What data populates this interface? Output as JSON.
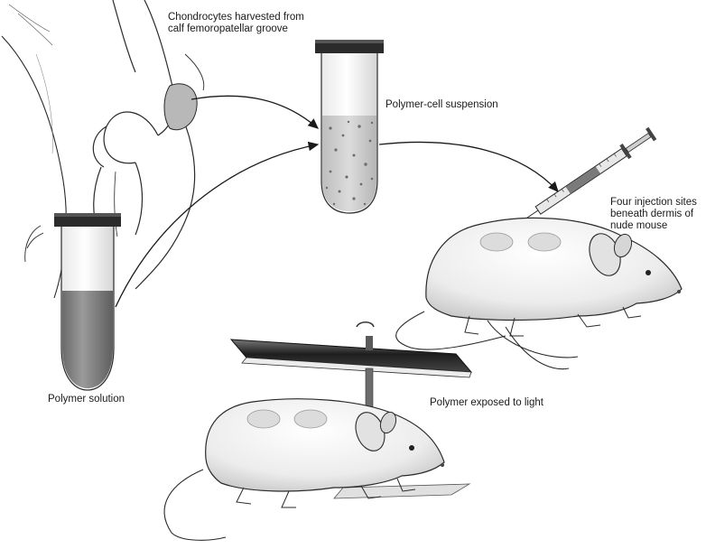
{
  "labels": {
    "chondrocytes": [
      "Chondrocytes harvested from",
      "calf femoropatellar groove"
    ],
    "polymer_cell": "Polymer-cell suspension",
    "injection": [
      "Four injection sites",
      "beneath dermis of",
      "nude mouse"
    ],
    "polymer_light": "Polymer exposed to light",
    "polymer_solution": "Polymer solution"
  },
  "colors": {
    "ink": "#1a1a1a",
    "tube_cap": "#2b2b2b",
    "fill_dark": "#7a7a7a",
    "fill_light": "#cfcfcf",
    "mouse_body": "#f1f1f1"
  }
}
